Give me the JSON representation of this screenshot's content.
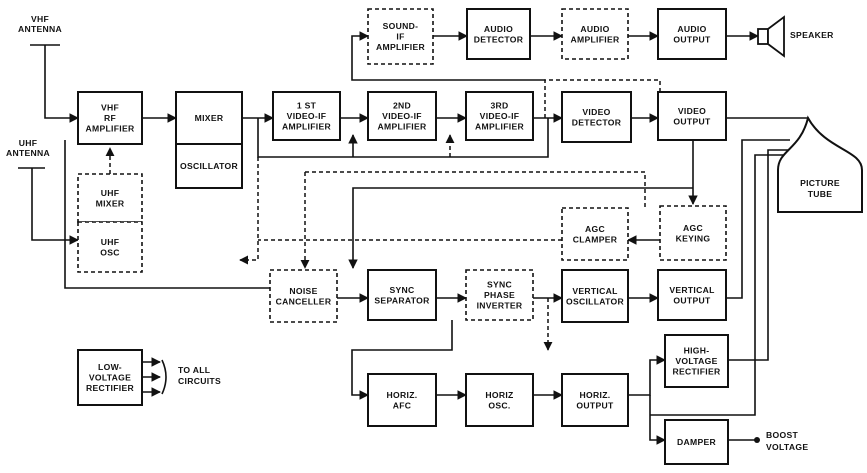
{
  "blocks": {
    "vhf_rf": [
      "VHF",
      "RF",
      "AMPLIFIER"
    ],
    "mixer": [
      "MIXER"
    ],
    "oscillator": [
      "OSCILLATOR"
    ],
    "uhf_mixer": [
      "UHF",
      "MIXER"
    ],
    "uhf_osc": [
      "UHF",
      "OSC"
    ],
    "vif1": [
      "1 ST",
      "VIDEO-IF",
      "AMPLIFIER"
    ],
    "vif2": [
      "2ND",
      "VIDEO-IF",
      "AMPLIFIER"
    ],
    "vif3": [
      "3RD",
      "VIDEO-IF",
      "AMPLIFIER"
    ],
    "video_detector": [
      "VIDEO",
      "DETECTOR"
    ],
    "video_output": [
      "VIDEO",
      "OUTPUT"
    ],
    "sound_if": [
      "SOUND-",
      "IF",
      "AMPLIFIER"
    ],
    "audio_detector": [
      "AUDIO",
      "DETECTOR"
    ],
    "audio_amplifier": [
      "AUDIO",
      "AMPLIFIER"
    ],
    "audio_output": [
      "AUDIO",
      "OUTPUT"
    ],
    "agc_clamper": [
      "AGC",
      "CLAMPER"
    ],
    "agc_keying": [
      "AGC",
      "KEYING"
    ],
    "noise_canceller": [
      "NOISE",
      "CANCELLER"
    ],
    "sync_separator": [
      "SYNC",
      "SEPARATOR"
    ],
    "sync_phase_inverter": [
      "SYNC",
      "PHASE",
      "INVERTER"
    ],
    "vertical_oscillator": [
      "VERTICAL",
      "OSCILLATOR"
    ],
    "vertical_output": [
      "VERTICAL",
      "OUTPUT"
    ],
    "high_voltage_rectifier": [
      "HIGH-",
      "VOLTAGE",
      "RECTIFIER"
    ],
    "horiz_afc": [
      "HORIZ.",
      "AFC"
    ],
    "horiz_osc": [
      "HORIZ",
      "OSC."
    ],
    "horiz_output": [
      "HORIZ.",
      "OUTPUT"
    ],
    "damper": [
      "DAMPER"
    ],
    "low_voltage_rectifier": [
      "LOW-",
      "VOLTAGE",
      "RECTIFIER"
    ],
    "picture_tube": [
      "PICTURE",
      "TUBE"
    ]
  },
  "labels": {
    "vhf_antenna": [
      "VHF",
      "ANTENNA"
    ],
    "uhf_antenna": [
      "UHF",
      "ANTENNA"
    ],
    "speaker": [
      "SPEAKER"
    ],
    "to_all_circuits": [
      "TO ALL",
      "CIRCUITS"
    ],
    "boost_voltage": [
      "BOOST",
      "VOLTAGE"
    ]
  }
}
